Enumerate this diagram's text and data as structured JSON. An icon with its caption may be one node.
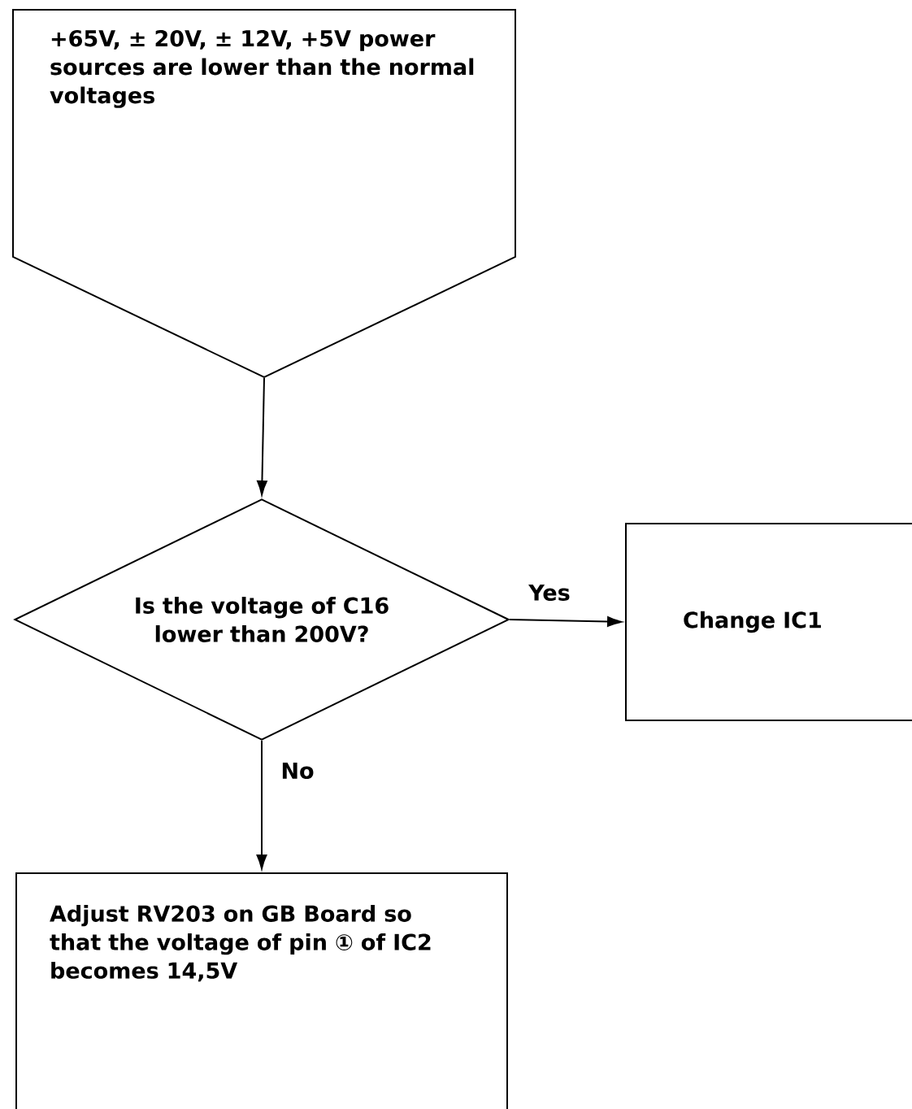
{
  "diagram": {
    "nodes": [
      {
        "text": [
          "+65V, ± 20V, ± 12V, +5V power sources are lower than the normal voltages"
        ]
      },
      {
        "text": [
          "Is the voltage of C16 lower than 200V?"
        ]
      },
      {
        "text": [
          "Change IC1"
        ]
      },
      {
        "text": [
          "Adjust RV203 on GB Board so that the voltage of pin ① of IC2 becomes 14,5V"
        ]
      }
    ],
    "edges": [
      {
        "from": 0,
        "to": 1,
        "arrow": "to"
      },
      {
        "from": 1,
        "to": 2,
        "arrow": "to",
        "label": "Yes"
      },
      {
        "from": 1,
        "to": 3,
        "arrow": "to",
        "label": "No"
      }
    ]
  }
}
